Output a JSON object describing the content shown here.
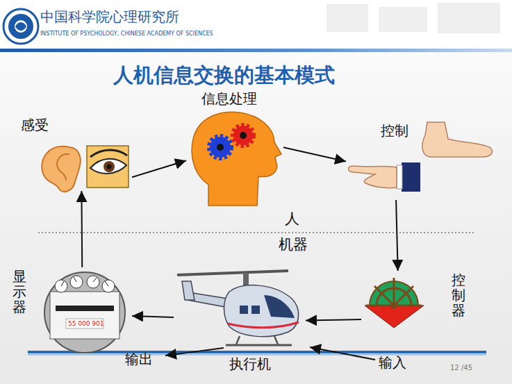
{
  "diagram": {
    "title": "人机信息交换的基本模式",
    "nodes": [
      {
        "text": [
          "感受"
        ]
      },
      {
        "text": [
          "信息处理"
        ]
      },
      {
        "text": [
          "控制"
        ]
      },
      {
        "text": [
          "显示器",
          "55 000 901"
        ]
      },
      {
        "text": [
          "执行机"
        ]
      },
      {
        "text": [
          "控制器"
        ]
      }
    ],
    "edges": [
      {
        "from": 0,
        "to": 1,
        "arrow": "to"
      },
      {
        "from": 1,
        "to": 2,
        "arrow": "to"
      },
      {
        "from": 2,
        "to": 5,
        "arrow": "to"
      },
      {
        "from": 5,
        "to": 4,
        "arrow": "to"
      },
      {
        "from": 4,
        "to": 3,
        "arrow": "to"
      },
      {
        "from": 3,
        "to": 0,
        "arrow": "to"
      }
    ],
    "labels": [
      "中国科学院心理研究所",
      "INSTITUTE OF PSYCHOLOGY, CHINESE ACADEMY OF SCIENCES",
      "人",
      "机器",
      "输出",
      "输入",
      "12 /45"
    ]
  }
}
